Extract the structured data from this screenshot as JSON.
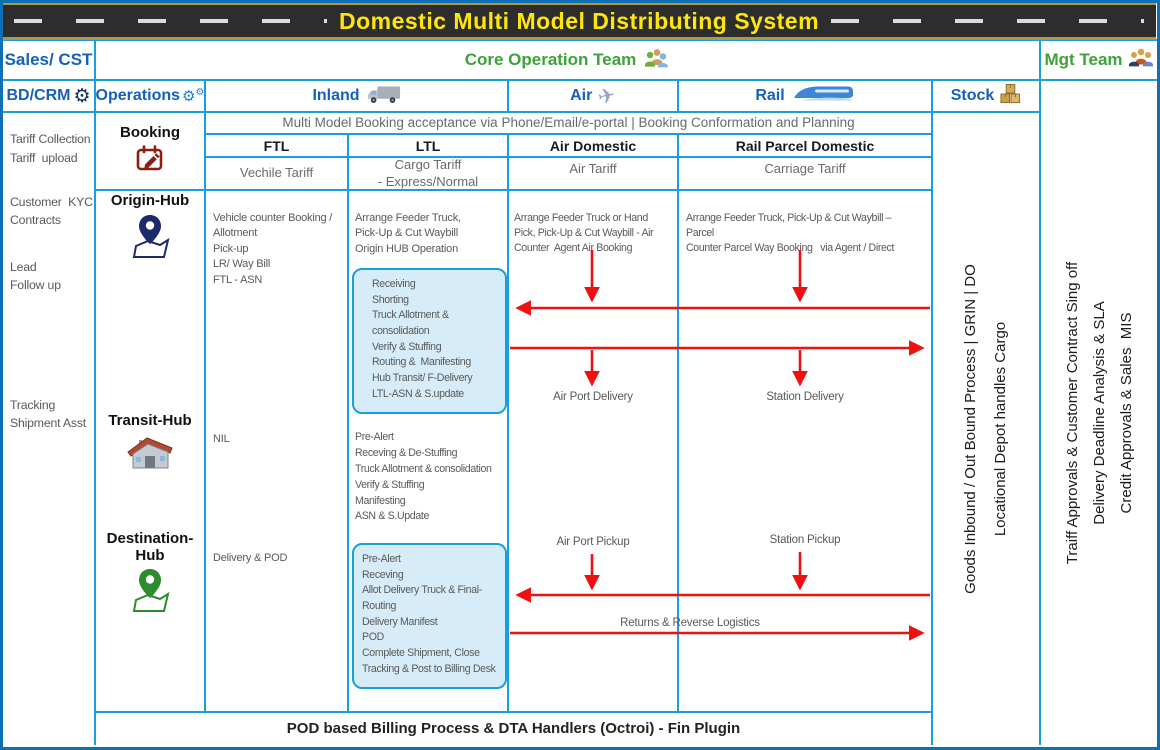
{
  "title": "Domestic Multi Model Distributing System",
  "teams": {
    "sales": "Sales/ CST",
    "core": "Core Operation Team",
    "mgt": "Mgt Team"
  },
  "lanes": {
    "bd_crm": "BD/CRM",
    "operations": "Operations",
    "inland": "Inland",
    "air": "Air",
    "rail": "Rail",
    "stock": "Stock"
  },
  "sidebar": {
    "groups": [
      {
        "text": "Tariff Collection\nTariff  upload"
      },
      {
        "text": "Customer  KYC\nContracts"
      },
      {
        "text": "Lead\nFollow up"
      },
      {
        "text": "Tracking\nShipment Asst"
      }
    ]
  },
  "hubs": {
    "booking": "Booking",
    "origin": "Origin-Hub",
    "transit": "Transit-Hub",
    "destination": "Destination-Hub"
  },
  "booking_band": {
    "acceptance": "Multi Model Booking acceptance via Phone/Email/e-portal | Booking Conformation and Planning",
    "modes": [
      {
        "name": "FTL",
        "tariff": "Vechile Tariff"
      },
      {
        "name": "LTL",
        "tariff": "Cargo Tariff\n- Express/Normal"
      },
      {
        "name": "Air Domestic",
        "tariff": "Air Tariff"
      },
      {
        "name": "Rail Parcel Domestic",
        "tariff": "Carriage Tariff"
      }
    ]
  },
  "ftl": {
    "origin": "Vehicle counter Booking /\nAllotment\nPick-up\nLR/ Way Bill\nFTL - ASN",
    "transit": "NIL",
    "destination": "Delivery & POD"
  },
  "ltl": {
    "origin_intro": "Arrange Feeder Truck,\nPick-Up & Cut Waybill\nOrigin HUB Operation",
    "origin_box": "Receiving\nShorting\nTruck Allotment &\nconsolidation\nVerify & Stuffing\nRouting &  Manifesting\nHub Transit/ F-Delivery\nLTL-ASN & S.update",
    "transit_list": "Pre-Alert\nReceving & De-Stuffing\nTruck Allotment & consolidation\nVerify & Stuffing\nManifesting\nASN & S.Update",
    "destination_box": "Pre-Alert\nReceving\nAllot Delivery Truck & Final-\nRouting\nDelivery Manifest\nPOD\nComplete Shipment, Close\nTracking & Post to Billing Desk"
  },
  "air": {
    "origin": "Arrange Feeder Truck or Hand\nPick, Pick-Up & Cut Waybill - Air\nCounter  Agent Air Booking",
    "delivery": "Air Port Delivery",
    "pickup": "Air Port Pickup"
  },
  "rail": {
    "origin": "Arrange Feeder Truck, Pick-Up & Cut Waybill –\nParcel\nCounter Parcel Way Booking   via Agent / Direct",
    "delivery": "Station Delivery",
    "pickup": "Station Pickup"
  },
  "flows": {
    "returns": "Returns & Reverse Logistics"
  },
  "stock_lane": {
    "text": "Goods Inbound / Out Bound Process | GRIN | DO\nLocational Depot handles Cargo"
  },
  "mgt_lane": {
    "text": "Traiff Approvals & Customer Contract Sing off\nDelivery Deadline Analysis & SLA\nCredit Approvals & Sales  MIS"
  },
  "footer": "POD based Billing Process & DTA Handlers (Octroi) - Fin Plugin",
  "colors": {
    "grid_line": "#1a9fdd",
    "outer_frame": "#0d6fb6",
    "header_blue": "#1560bd",
    "team_green": "#3fa13a",
    "title_yellow": "#ffe60a",
    "arrow_red": "#ee1111",
    "body_gray": "#595959",
    "box_fill": "#d6edf9",
    "road_dark": "#2d2d2d",
    "road_gold": "#b5953f"
  }
}
